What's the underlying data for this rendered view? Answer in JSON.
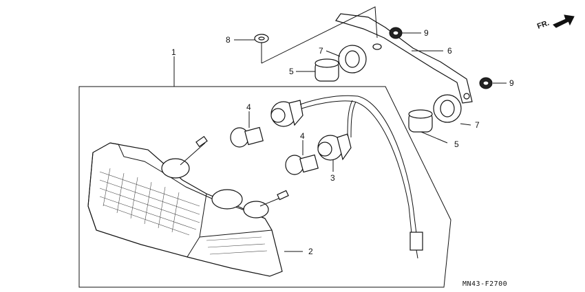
{
  "diagram": {
    "figure_code": "MN43-F2700",
    "direction_marker": "FR.",
    "callouts": [
      {
        "id": "callout-1",
        "text": "1"
      },
      {
        "id": "callout-2",
        "text": "2"
      },
      {
        "id": "callout-3",
        "text": "3"
      },
      {
        "id": "callout-4a",
        "text": "4"
      },
      {
        "id": "callout-4b",
        "text": "4"
      },
      {
        "id": "callout-5a",
        "text": "5"
      },
      {
        "id": "callout-5b",
        "text": "5"
      },
      {
        "id": "callout-6",
        "text": "6"
      },
      {
        "id": "callout-7a",
        "text": "7"
      },
      {
        "id": "callout-7b",
        "text": "7"
      },
      {
        "id": "callout-8",
        "text": "8"
      },
      {
        "id": "callout-9a",
        "text": "9"
      },
      {
        "id": "callout-9b",
        "text": "9"
      }
    ]
  }
}
